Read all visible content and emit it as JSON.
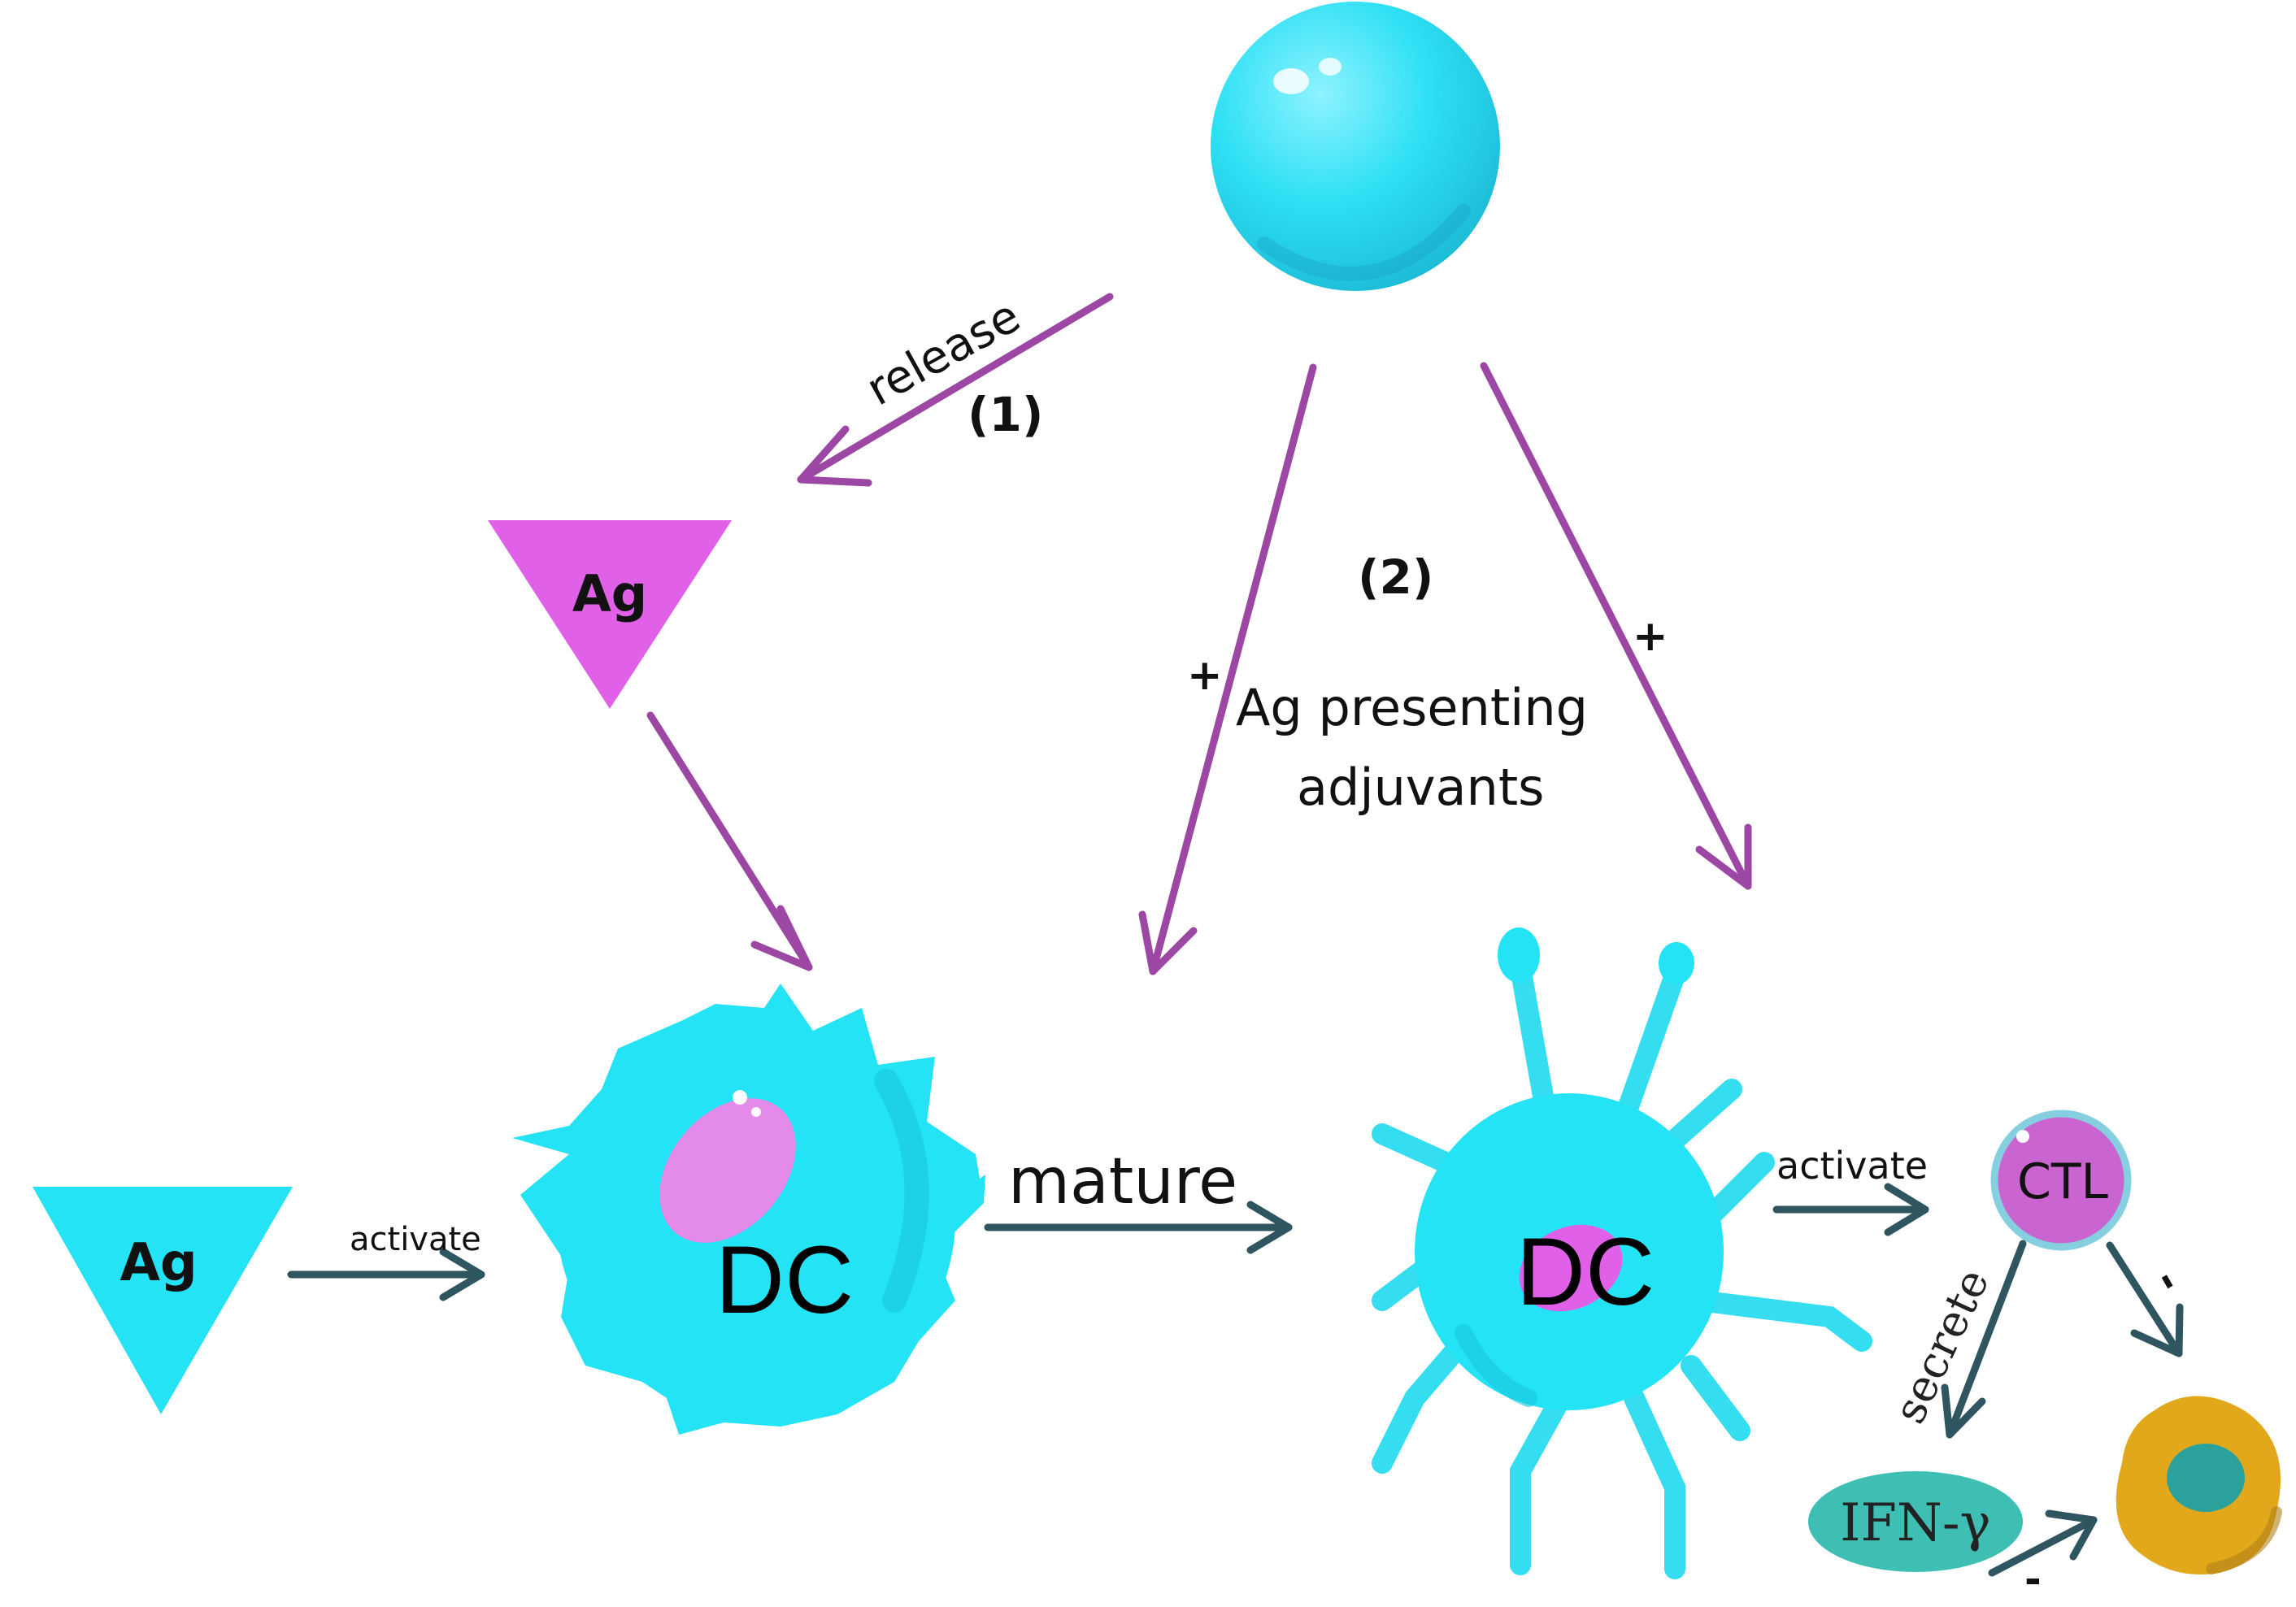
{
  "labels": {
    "release": "release",
    "step1": "(1)",
    "step2": "(2)",
    "plus_left": "+",
    "plus_right": "+",
    "presenting_line1": "Ag presenting",
    "presenting_line2": "adjuvants",
    "ag_top": "Ag",
    "ag_left": "Ag",
    "activate_left": "activate",
    "dc_left": "DC",
    "mature": "mature",
    "dc_right": "DC",
    "activate_right": "activate",
    "ctl": "CTL",
    "secrete": "secrete",
    "minus_ctl": "-",
    "ifn": "IFN-γ",
    "minus_ifn": "-"
  },
  "colors": {
    "cyan": "#23e3f5",
    "magenta": "#e060e8",
    "purple_arrow": "#9b47a3",
    "dark_arrow": "#2f5560",
    "teal_ellipse": "#3fbfb3",
    "tumor": "#e0a81a"
  }
}
